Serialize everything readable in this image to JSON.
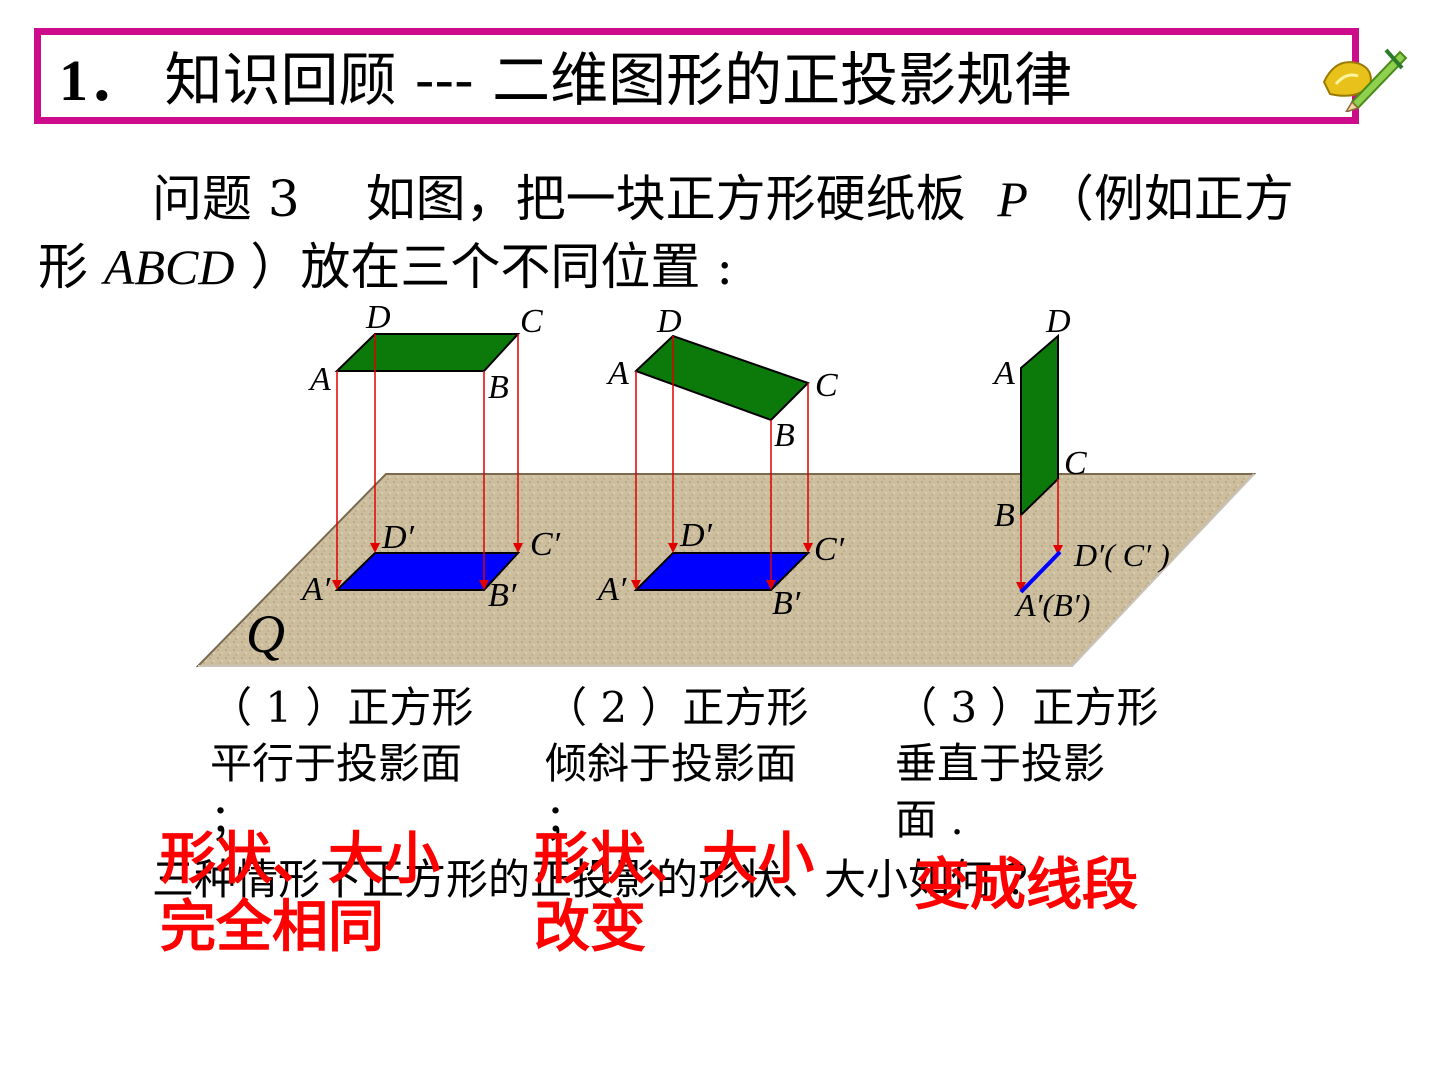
{
  "title": {
    "number": "1．",
    "text": "知识回顾 --- 二维图形的正投影规律"
  },
  "question": {
    "line1_a": "问题 3　 如图，把一块正方形硬纸板",
    "line1_var": "P",
    "line1_b": "（例如正方",
    "line2_a": "形",
    "line2_var": "ABCD",
    "line2_b": "）放在三个不同位置 :"
  },
  "diagram": {
    "plane_label": "Q",
    "fig1": {
      "A": "A",
      "B": "B",
      "C": "C",
      "D": "D",
      "A1": "A′",
      "B1": "B′",
      "C1": "C′",
      "D1": "D′"
    },
    "fig2": {
      "A": "A",
      "B": "B",
      "C": "C",
      "D": "D",
      "A1": "A′",
      "B1": "B′",
      "C1": "C′",
      "D1": "D′"
    },
    "fig3": {
      "A": "A",
      "B": "B",
      "C": "C",
      "D": "D",
      "DC1": "D′( C′ )",
      "AB1": "A′(B′)"
    },
    "colors": {
      "square_top": "#0b7a0b",
      "projection": "#0000ff",
      "arrow": "#e00000",
      "plane": "#cdbf9e"
    }
  },
  "captions": {
    "c1_l1": "（ 1 ）正方形",
    "c1_l2": "平行于投影面",
    "c1_l3": "；",
    "c2_l1": "（ 2 ）正方形",
    "c2_l2": "倾斜于投影面",
    "c2_l3": "；",
    "c3_l1": "（ 3 ）正方形",
    "c3_l2": "垂直于投影",
    "c3_l3": "面 ."
  },
  "bottom_question": "三种情形下正方形的正投影的形状、大小如何 ?",
  "answers": {
    "a1_l1": "形状、大小",
    "a1_l2": "完全相同",
    "a2_l1": "形状、大小",
    "a2_l2": "改变",
    "a3": "变成线段"
  }
}
